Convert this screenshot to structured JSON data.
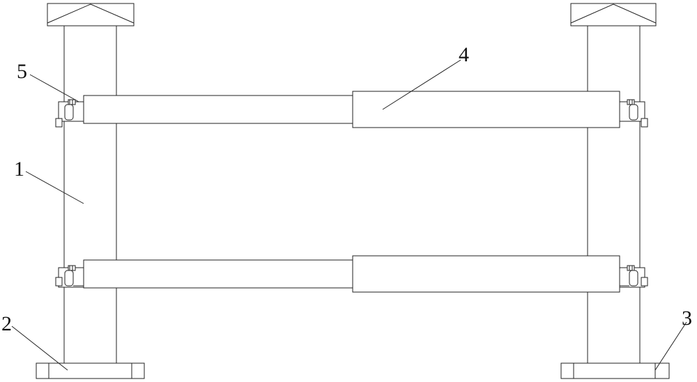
{
  "labels": {
    "post": "1",
    "left_base": "2",
    "right_base": "3",
    "telescopic_rod": "4",
    "clamp": "5"
  },
  "colors": {
    "line": "#222222",
    "background": "#ffffff"
  }
}
